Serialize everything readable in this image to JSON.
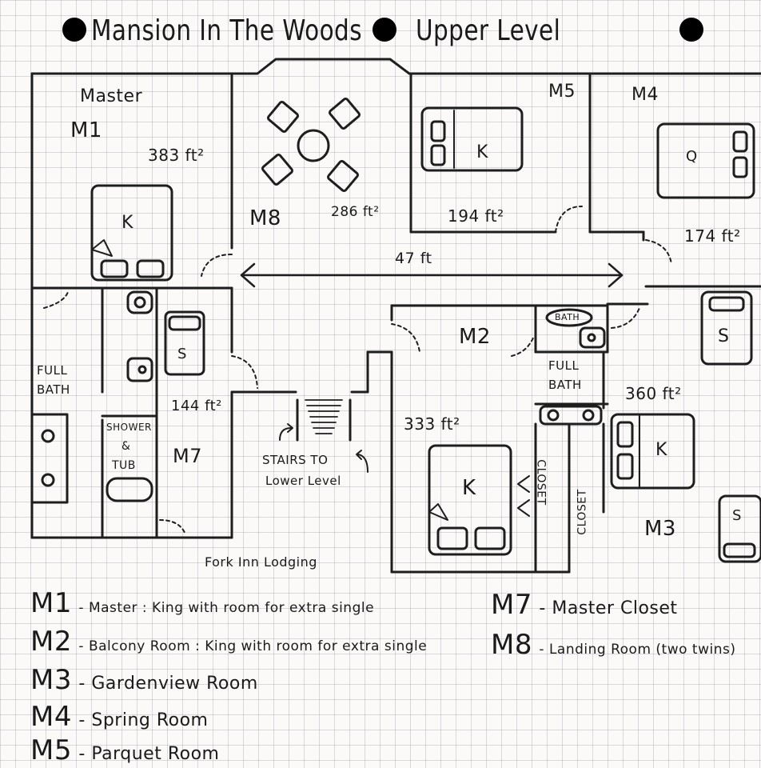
{
  "header": {
    "title": "Mansion In The Woods",
    "subtitle": "Upper Level"
  },
  "rooms": {
    "m1": {
      "name": "Master",
      "code": "M1",
      "area": "383 ft²",
      "bed": "K"
    },
    "m8": {
      "code": "M8",
      "area": "286 ft²"
    },
    "m5": {
      "code": "M5",
      "area": "194 ft²",
      "bed": "K"
    },
    "m4": {
      "code": "M4",
      "area": "174 ft²",
      "bed": "Q"
    },
    "m2": {
      "code": "M2",
      "area": "333 ft²",
      "bed": "K"
    },
    "m3": {
      "code": "M3",
      "area": "360 ft²",
      "bed": "K"
    },
    "m7": {
      "code": "M7",
      "area": "144 ft²"
    }
  },
  "fixtures": {
    "full_bath_left_1": "FULL",
    "full_bath_left_2": "BATH",
    "shower_1": "SHOWER",
    "shower_2": "&",
    "shower_3": "TUB",
    "single_bed": "S",
    "bath_small": "BATH",
    "full_bath_right_1": "FULL",
    "full_bath_right_2": "BATH",
    "closet": "CLOSET",
    "stairs_1": "STAIRS TO",
    "stairs_2": "Lower Level"
  },
  "hall_length": "47 ft",
  "footer_label": "Fork Inn Lodging",
  "legend": {
    "m1": {
      "code": "M1",
      "text": "- Master : King with room for extra single"
    },
    "m2": {
      "code": "M2",
      "text": "- Balcony Room : King with room for extra single"
    },
    "m3": {
      "code": "M3",
      "text": "- Gardenview Room"
    },
    "m4": {
      "code": "M4",
      "text": "- Spring Room"
    },
    "m5": {
      "code": "M5",
      "text": "- Parquet Room"
    },
    "m7": {
      "code": "M7",
      "text": "- Master Closet"
    },
    "m8": {
      "code": "M8",
      "text": "- Landing Room (two twins)"
    }
  }
}
